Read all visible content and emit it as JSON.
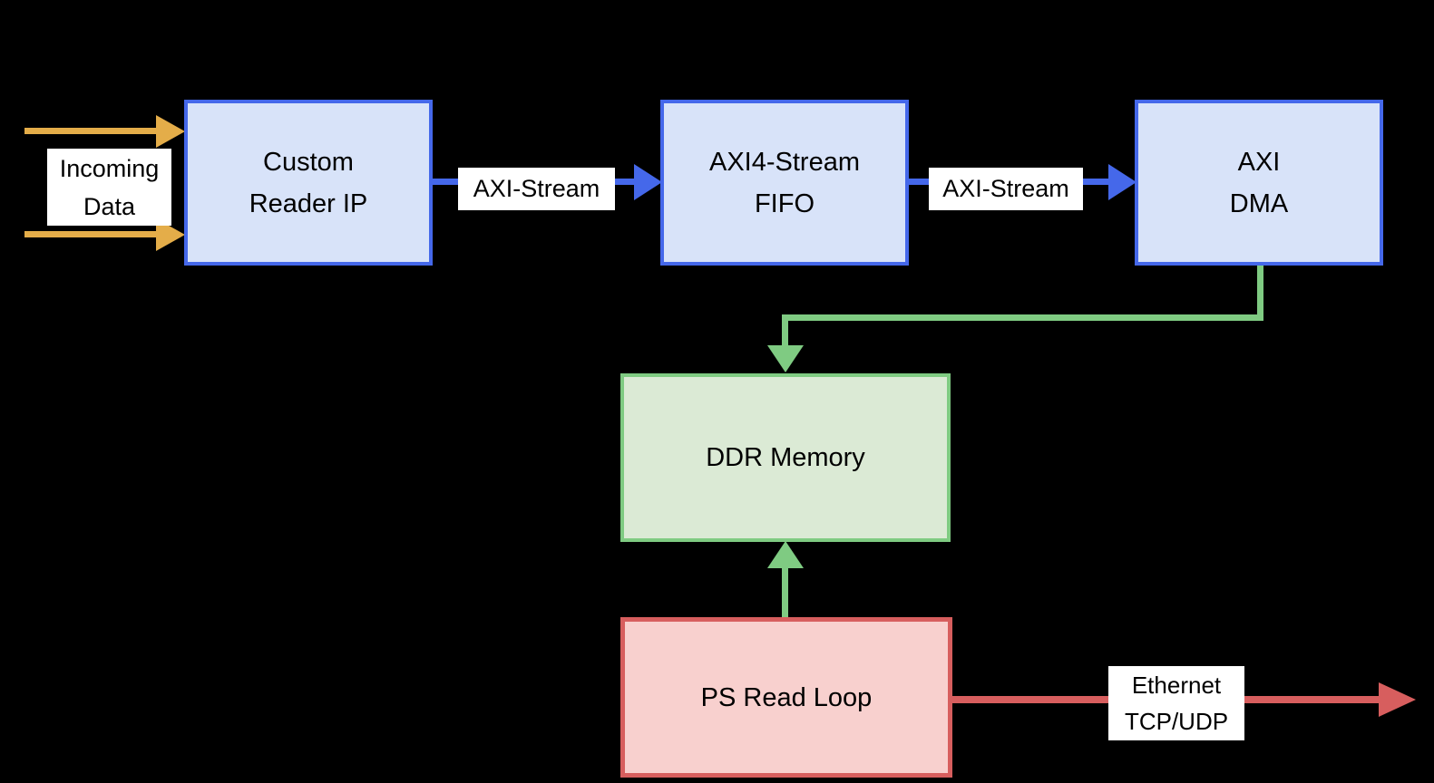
{
  "diagram": {
    "type": "block-diagram",
    "background": "#000000",
    "colors": {
      "blue_fill": "#D8E3F9",
      "blue_stroke": "#4568EA",
      "green_fill": "#DBEAD5",
      "green_stroke": "#7FCB82",
      "red_fill": "#F8D0CE",
      "red_stroke": "#D75E5E",
      "yellow_stroke": "#E4AD49",
      "label_bg": "#FFFFFF",
      "text": "#000000"
    },
    "nodes": {
      "custom_reader_ip": {
        "label": "Custom\nReader IP"
      },
      "axi4_stream_fifo": {
        "label": "AXI4-Stream\nFIFO"
      },
      "axi_dma": {
        "label": "AXI\nDMA"
      },
      "ddr_memory": {
        "label": "DDR Memory"
      },
      "ps_read_loop": {
        "label": "PS Read Loop"
      }
    },
    "edge_labels": {
      "incoming_data": "Incoming\nData",
      "axi_stream_1": "AXI-Stream",
      "axi_stream_2": "AXI-Stream",
      "ethernet": "Ethernet\nTCP/UDP"
    },
    "edges": [
      {
        "from": "external-input",
        "to": "custom_reader_ip",
        "label": "Incoming Data",
        "color": "#E4AD49",
        "style": "double-arrow-right"
      },
      {
        "from": "custom_reader_ip",
        "to": "axi4_stream_fifo",
        "label": "AXI-Stream",
        "color": "#4568EA",
        "style": "arrow-right"
      },
      {
        "from": "axi4_stream_fifo",
        "to": "axi_dma",
        "label": "AXI-Stream",
        "color": "#4568EA",
        "style": "arrow-right"
      },
      {
        "from": "axi_dma",
        "to": "ddr_memory",
        "label": "",
        "color": "#7FCB82",
        "style": "elbow-arrow-down"
      },
      {
        "from": "ps_read_loop",
        "to": "ddr_memory",
        "label": "",
        "color": "#7FCB82",
        "style": "arrow-up"
      },
      {
        "from": "ps_read_loop",
        "to": "external-output",
        "label": "Ethernet TCP/UDP",
        "color": "#D75E5E",
        "style": "arrow-right"
      }
    ]
  }
}
